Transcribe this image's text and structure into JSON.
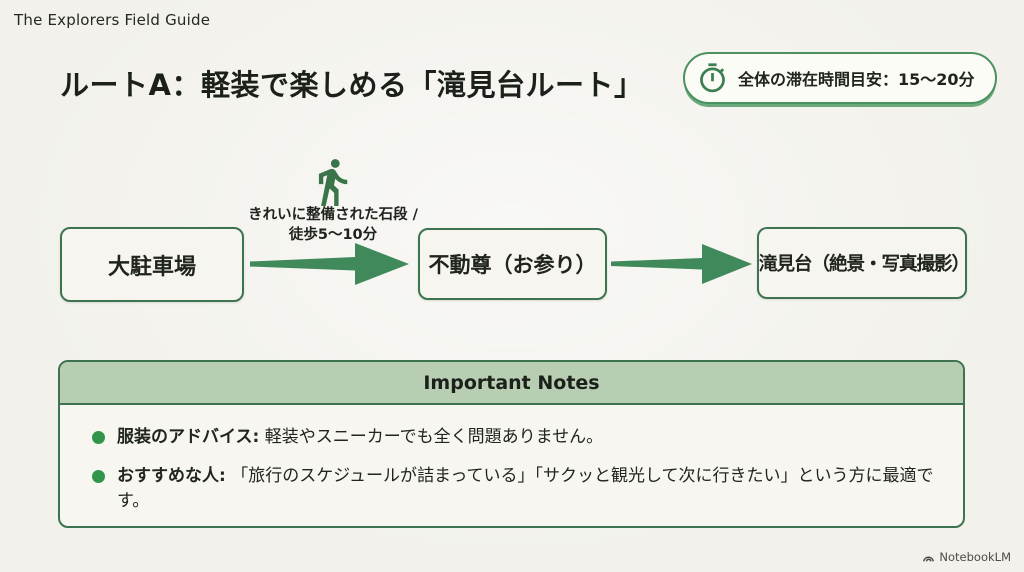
{
  "brand": {
    "label": "The Explorers Field Guide"
  },
  "title": "ルートA：軽装で楽しめる「滝見台ルート」",
  "badge": {
    "icon": "stopwatch-icon",
    "label": "全体の滞在時間目安：15〜20分"
  },
  "flow": {
    "walk_icon": "walking-person-icon",
    "caption_line1": "きれいに整備された石段 /",
    "caption_line2": "徒歩5〜10分",
    "nodes": [
      {
        "label": "大駐車場"
      },
      {
        "label": "不動尊（お参り）"
      },
      {
        "label": "滝見台（絶景・写真撮影）"
      }
    ]
  },
  "notes": {
    "title": "Important Notes",
    "items": [
      {
        "label": "服装のアドバイス:",
        "text": " 軽装やスニーカーでも全く問題ありません。"
      },
      {
        "label": "おすすめな人:",
        "text": " 「旅行のスケジュールが詰まっている」「サクッと観光して次に行きたい」という方に最適です。"
      }
    ]
  },
  "footer": {
    "logo_label": "NotebookLM"
  },
  "colors": {
    "background": "#f2f1eb",
    "box_fill": "#f6f5ef",
    "border_green": "#3d7350",
    "arrow_green": "#40895a",
    "badge_green": "#4a9160",
    "header_fill_green": "#b7ceb3",
    "bullet_green": "#31964b",
    "text_dark": "#20241e"
  }
}
